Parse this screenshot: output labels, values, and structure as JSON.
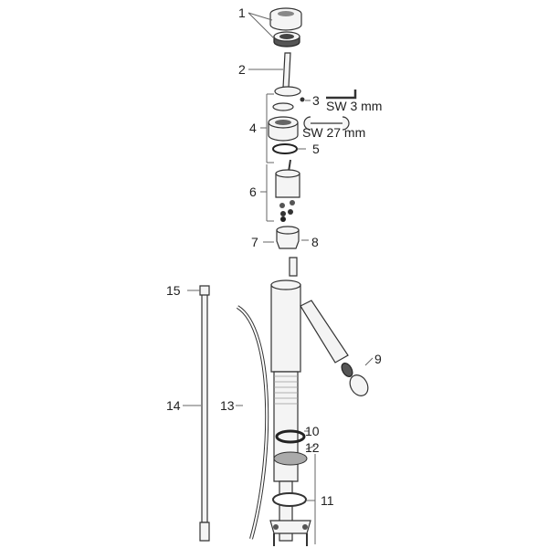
{
  "labels": {
    "p1": "1",
    "p2": "2",
    "p3": "3",
    "p4": "4",
    "p5": "5",
    "p6": "6",
    "p7": "7",
    "p8": "8",
    "p9": "9",
    "p10": "10",
    "p11": "11",
    "p12": "12",
    "p13": "13",
    "p14": "14",
    "p15": "15"
  },
  "tools": {
    "allen_key": "SW 3 mm",
    "wrench": "SW 27 mm"
  }
}
